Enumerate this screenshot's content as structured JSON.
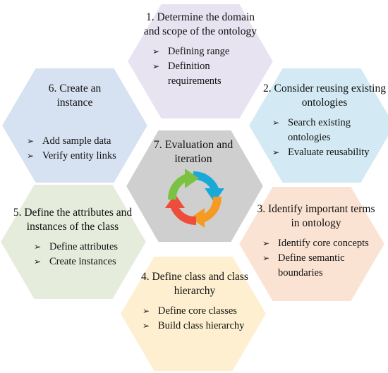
{
  "steps": [
    {
      "number": 1,
      "title": "1. Determine the domain and scope of the ontology",
      "fill": "#e8e3f1",
      "bullets": [
        "Defining range",
        "Definition requirements"
      ]
    },
    {
      "number": 2,
      "title": "2. Consider reusing existing ontologies",
      "fill": "#d3e9f3",
      "bullets": [
        "Search existing ontologies",
        "Evaluate reusability"
      ]
    },
    {
      "number": 3,
      "title": "3. Identify important terms in ontology",
      "fill": "#fbe3d3",
      "bullets": [
        "Identify core concepts",
        "Define semantic boundaries"
      ]
    },
    {
      "number": 4,
      "title": "4. Define class and class hierarchy",
      "fill": "#fdefcf",
      "bullets": [
        "Define core classes",
        "Build class hierarchy"
      ]
    },
    {
      "number": 5,
      "title": "5. Define the attributes and instances of the class",
      "fill": "#e5ecdc",
      "bullets": [
        "Define attributes",
        "Create instances"
      ]
    },
    {
      "number": 6,
      "title": "6. Create an instance",
      "fill": "#d6e1f1",
      "bullets": [
        "Add sample data",
        "Verify entity links"
      ]
    },
    {
      "number": 7,
      "title": "7. Evaluation and iteration",
      "fill": "#cfcfcf",
      "bullets": []
    }
  ],
  "bullet_marker": "➢",
  "cycle_arrow_colors": [
    "#1aa9d6",
    "#f59a23",
    "#ef4d3c",
    "#7cc242"
  ]
}
